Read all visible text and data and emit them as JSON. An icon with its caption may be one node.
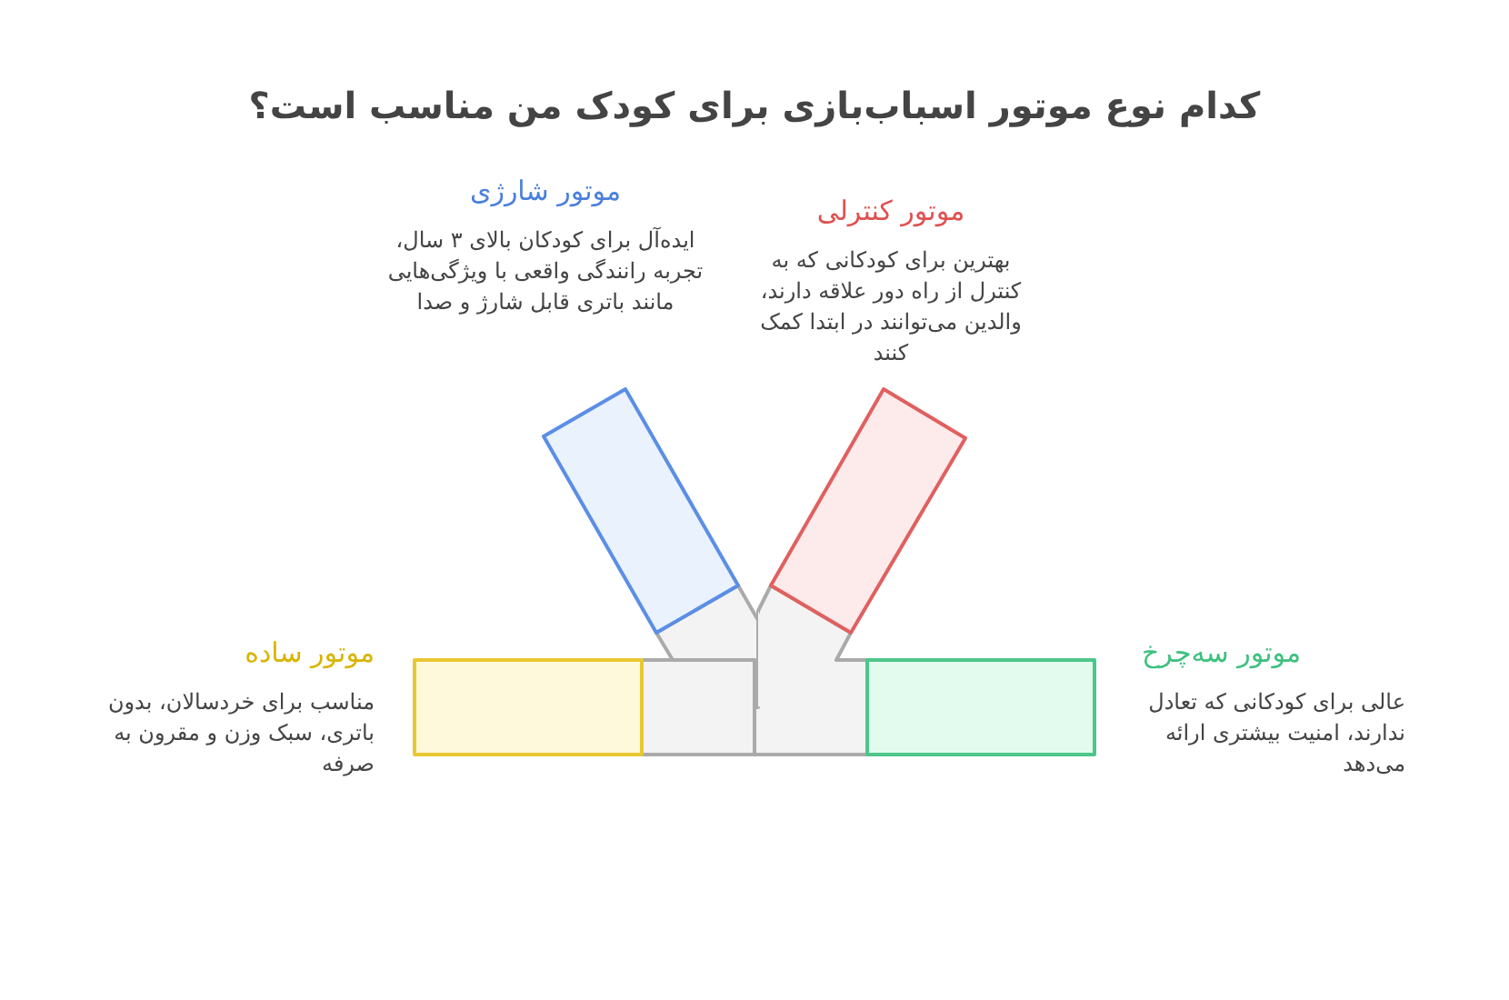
{
  "diagram": {
    "title": "کدام نوع موتور اسباب‌بازی برای کودک من مناسب است؟",
    "nodes": [
      {
        "text": [
          "موتور شارژی",
          "ایده‌آل برای کودکان بالای ۳ سال، تجربه رانندگی واقعی با ویژگی‌هایی مانند باتری قابل شارژ و صدا"
        ]
      },
      {
        "text": [
          "موتور کنترلی",
          "بهترین برای کودکانی که به کنترل از راه دور علاقه دارند، والدین می‌توانند در ابتدا کمک کنند"
        ]
      },
      {
        "text": [
          "موتور ساده",
          "مناسب برای خردسالان، بدون باتری، سبک وزن و مقرون به صرفه"
        ]
      },
      {
        "text": [
          "موتور سه‌چرخ",
          "عالی برای کودکانی که تعادل ندارند، امنیت بیشتری ارائه می‌دهد"
        ]
      }
    ]
  }
}
